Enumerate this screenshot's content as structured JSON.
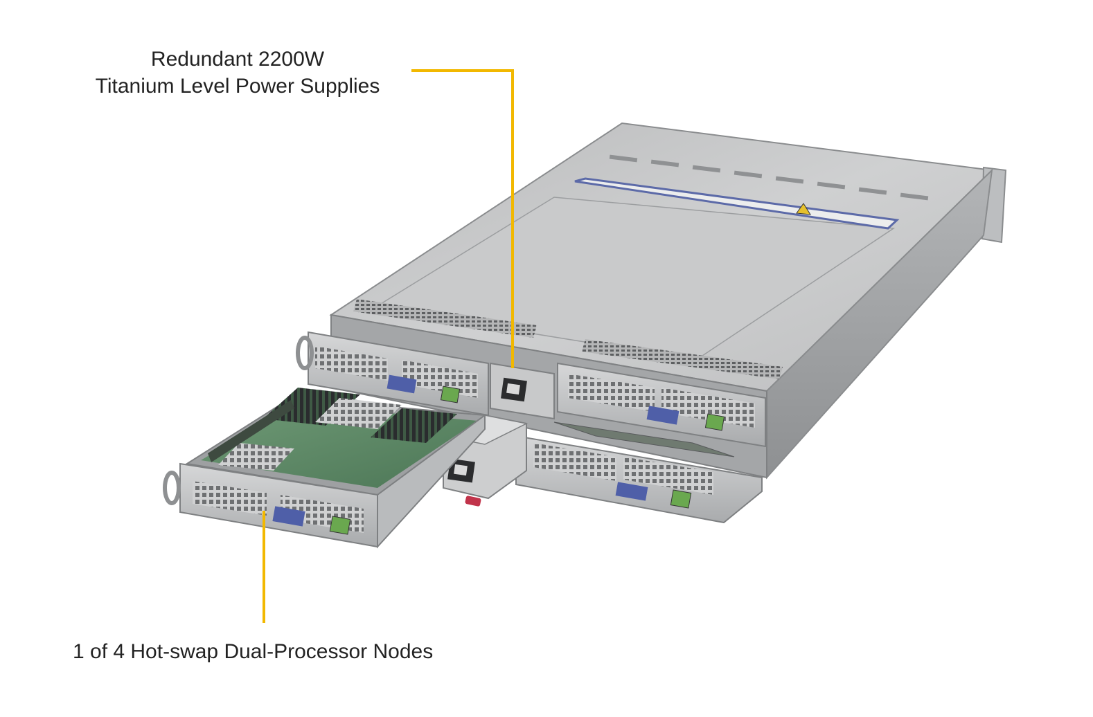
{
  "callouts": {
    "psu": {
      "line1": "Redundant  2200W",
      "line2": "Titanium  Level  Power Supplies"
    },
    "node": {
      "text": "1 of 4 Hot-swap  Dual-Processor  Nodes"
    }
  },
  "colors": {
    "leader": "#f2b800",
    "chassis_top": "#c4c5c6",
    "chassis_side": "#9fa1a3",
    "chassis_edge": "#8a8c8e",
    "pcb": "#5e8a66",
    "lan_port": "#6aa84f",
    "release_tab": "#c1334a",
    "io_blue": "#4f5fa8"
  }
}
